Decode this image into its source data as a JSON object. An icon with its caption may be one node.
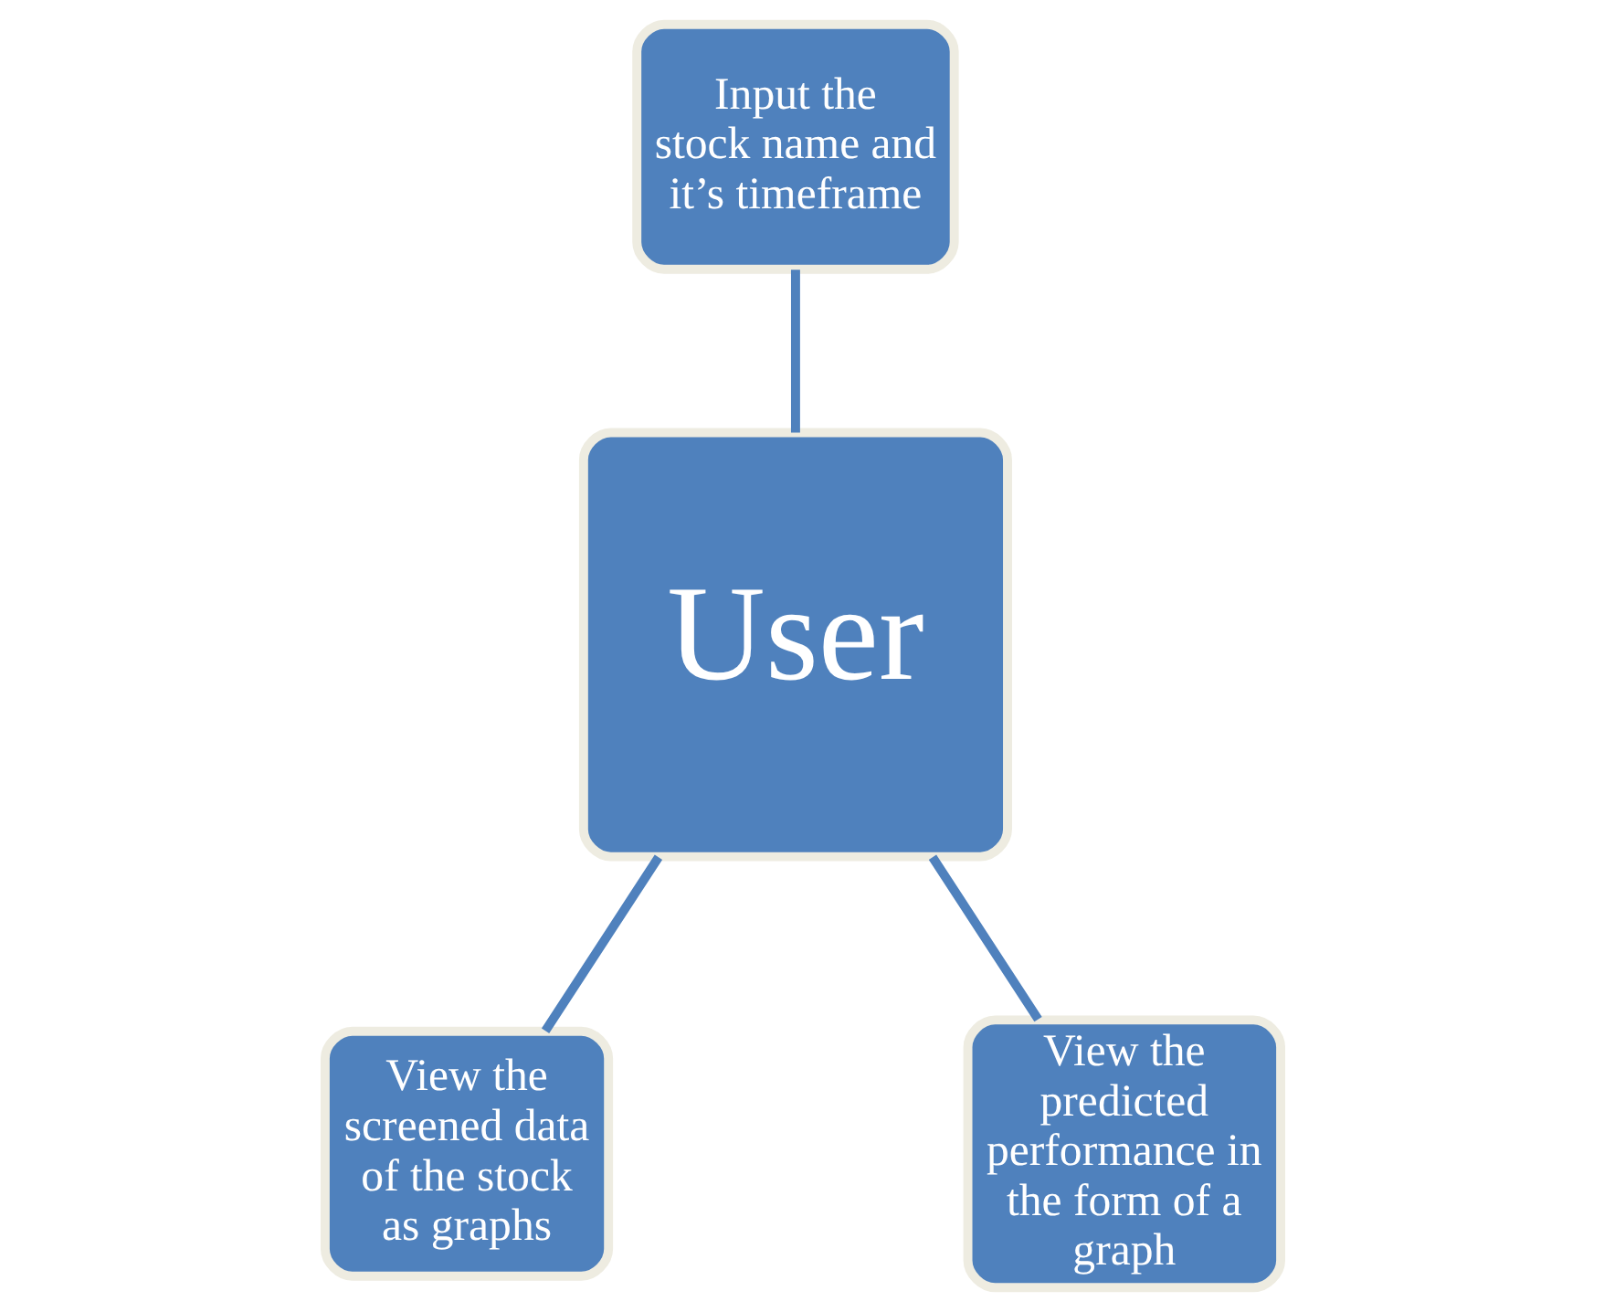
{
  "diagram": {
    "nodes": [
      {
        "text": [
          "User"
        ]
      },
      {
        "text": [
          "Input the stock name and it’s timeframe"
        ]
      },
      {
        "text": [
          "View the screened data of the stock as graphs"
        ]
      },
      {
        "text": [
          "View the predicted performance in the form of a graph"
        ]
      }
    ],
    "edges": [
      {
        "from": 1,
        "to": 0,
        "arrow": "none"
      },
      {
        "from": 0,
        "to": 2,
        "arrow": "none"
      },
      {
        "from": 0,
        "to": 3,
        "arrow": "none"
      }
    ]
  }
}
